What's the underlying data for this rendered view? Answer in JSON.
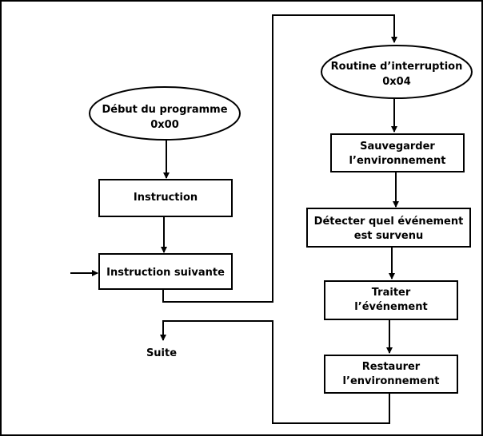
{
  "start_node": {
    "line1": "Début du programme",
    "line2": "0x00"
  },
  "instruction": {
    "label": "Instruction"
  },
  "next_instruction": {
    "label": "Instruction suivante"
  },
  "suite": {
    "label": "Suite"
  },
  "isr_node": {
    "line1": "Routine d’interruption",
    "line2": "0x04"
  },
  "save_env": {
    "line1": "Sauvegarder",
    "line2": "l’environnement"
  },
  "detect_event": {
    "line1": "Détecter quel  événement",
    "line2": "est survenu"
  },
  "handle_event": {
    "line1": "Traiter",
    "line2": "l’événement"
  },
  "restore_env": {
    "line1": "Restaurer",
    "line2": "l’environnement"
  }
}
